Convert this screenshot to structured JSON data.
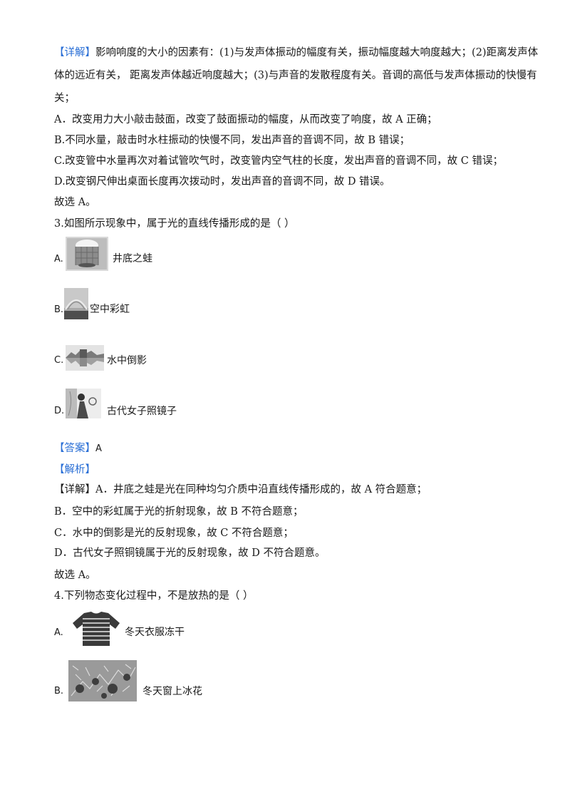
{
  "detail_prev": {
    "tag": "【详解】",
    "line1": "影响响度的大小的因素有：(1)与发声体振动的幅度有关，振动幅度越大响度越大；(2)距离发声体",
    "line2": "体的远近有关， 距离发声体越近响度越大；(3)与声音的发散程度有关。音调的高低与发声体振动的快慢有",
    "line3": "关；",
    "opt_a": "A．改变用力大小敲击鼓面，改变了鼓面振动的幅度，从而改变了响度，故 A 正确；",
    "opt_b": "B.不同水量，敲击时水柱振动的快慢不同，发出声音的音调不同，故 B 错误；",
    "opt_c": "C.改变管中水量再次对着试管吹气时，改变管内空气柱的长度，发出声音的音调不同，故 C 错误；",
    "opt_d": "D.改变钢尺伸出桌面长度再次拨动时，发出声音的音调不同，故 D 错误。",
    "conclusion": "故选 A。"
  },
  "q3": {
    "stem": "3.如图所示现象中，属于光的直线传播形成的是（     ）",
    "options": [
      {
        "letter": "A.",
        "text": "井底之蛙"
      },
      {
        "letter": "B.",
        "text": "空中彩虹"
      },
      {
        "letter": "C.",
        "text": "水中倒影"
      },
      {
        "letter": "D.",
        "text": "古代女子照镜子"
      }
    ],
    "answer_tag": "【答案】",
    "answer_value": "A",
    "analysis_tag": "【解析】",
    "detail_tag": "【详解】",
    "detail_a": "A．井底之蛙是光在同种均匀介质中沿直线传播形成的，故 A 符合题意；",
    "detail_b": "B．空中的彩虹属于光的折射现象，故 B 不符合题意；",
    "detail_c": "C．水中的倒影是光的反射现象，故 C 不符合题意；",
    "detail_d": "D．古代女子照铜镜属于光的反射现象，故 D 不符合题意。",
    "conclusion": "故选 A。"
  },
  "q4": {
    "stem": "4.下列物态变化过程中，不是放热的是（     ）",
    "options": [
      {
        "letter": "A.",
        "text": "冬天衣服冻干"
      },
      {
        "letter": "B.",
        "text": "冬天窗上冰花"
      }
    ]
  }
}
